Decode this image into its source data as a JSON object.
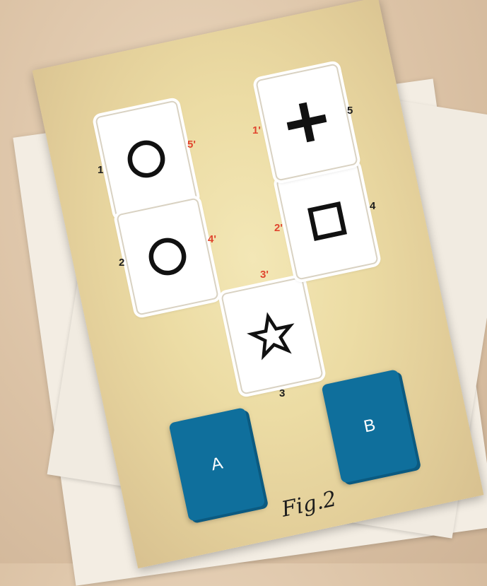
{
  "cards": [
    {
      "label": "1",
      "alt_label": "5'",
      "symbol": "circle-icon"
    },
    {
      "label": "2",
      "alt_label": "4'",
      "symbol": "circle-icon"
    },
    {
      "label": "3",
      "alt_label": "3'",
      "symbol": "star-icon"
    },
    {
      "label": "4",
      "alt_label": "2'",
      "symbol": "square-icon"
    },
    {
      "label": "5",
      "alt_label": "1'",
      "symbol": "plus-icon"
    }
  ],
  "decks": [
    {
      "label": "A"
    },
    {
      "label": "B"
    }
  ],
  "caption": "Fig.2",
  "colors": {
    "deck": "#0f6f9c",
    "alt_label": "#e0452e",
    "sheet": "#ecdca4"
  }
}
